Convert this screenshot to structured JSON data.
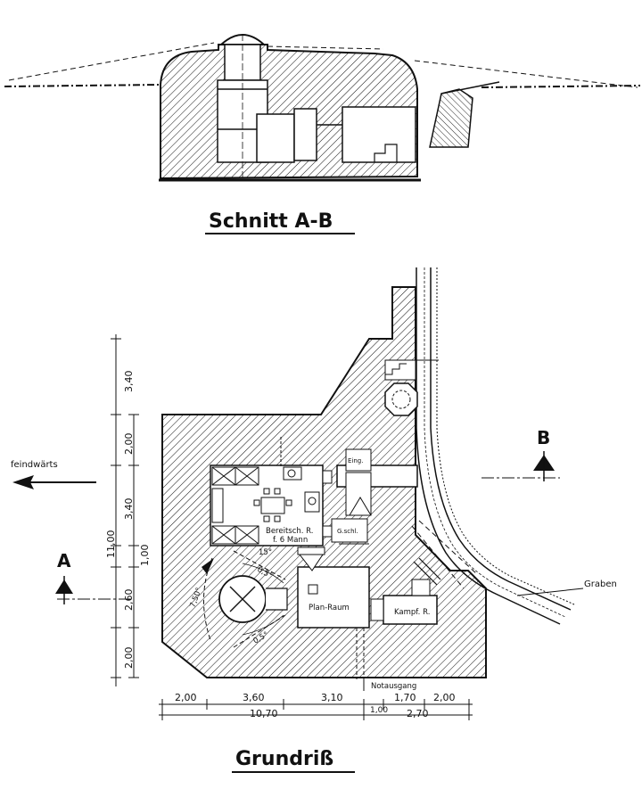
{
  "section": {
    "title": "Schnitt A-B"
  },
  "plan": {
    "title": "Grundriß",
    "direction_label": "feindwärts",
    "section_mark_a": "A",
    "section_mark_b": "B",
    "trench_label": "Graben",
    "emergency_exit_label": "Notausgang",
    "rooms": {
      "crew_room_line1": "Bereitsch. R.",
      "crew_room_line2": "f. 6 Mann",
      "plan_room": "Plan-Raum",
      "combat_room": "Kampf. R.",
      "entrance": "Eing.",
      "gas_lock": "G.schl."
    },
    "arc_labels": [
      "15°",
      "0,5°",
      "7,50°",
      "0,5°"
    ],
    "dims_left": [
      "3,40",
      "2,00",
      "3,40",
      "11,00",
      "1,00",
      "2,60",
      "2,00"
    ],
    "dims_bottom": [
      "2,00",
      "3,60",
      "3,10",
      "1,00",
      "1,70",
      "2,00",
      "10,70",
      "2,70"
    ]
  },
  "colors": {
    "ink": "#111111",
    "paper": "#ffffff"
  }
}
